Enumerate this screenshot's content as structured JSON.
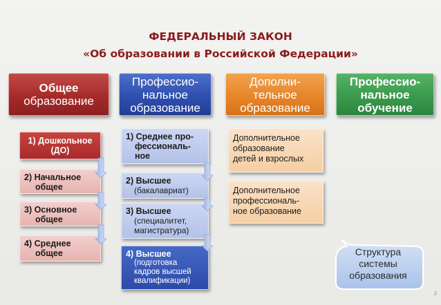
{
  "title": {
    "line1": "ФЕДЕРАЛЬНЫЙ ЗАКОН",
    "line2": "«Об образовании в Российской Федерации»"
  },
  "headers": [
    {
      "line1": "Общее",
      "line2": "образование"
    },
    {
      "line1": "Профессио-",
      "line2": "нальное",
      "line3": "образование"
    },
    {
      "line1": "Дополни-",
      "line2": "тельное",
      "line3": "образование"
    },
    {
      "line1": "Профессио-",
      "line2": "нальное",
      "line3": "обучение"
    }
  ],
  "general": [
    {
      "line1": "1) Дошкольное",
      "line2": "(ДО)"
    },
    {
      "line1": "2) Начальное",
      "line2": "общее"
    },
    {
      "line1": "3) Основное",
      "line2": "общее"
    },
    {
      "line1": "4) Среднее",
      "line2": "общее"
    }
  ],
  "professional": [
    {
      "line1": "1) Среднее про-",
      "line2": "фессиональ-",
      "line3": "ное"
    },
    {
      "title": "2) Высшее",
      "sub1": "(бакалавриат)"
    },
    {
      "title": "3) Высшее",
      "sub1": "(специалитет,",
      "sub2": "магистратура)"
    },
    {
      "title": "4) Высшее",
      "sub1": "(подготовка",
      "sub2": "кадров высшей",
      "sub3": "квалификации)"
    }
  ],
  "additional": [
    {
      "line1": "Дополнительное",
      "line2": "образование",
      "line3": "детей и взрослых"
    },
    {
      "line1": "Дополнительное",
      "line2": "профессиональ-",
      "line3": "ное образование"
    }
  ],
  "callout": {
    "line1": "Структура",
    "line2": "системы",
    "line3": "образования"
  },
  "page_number": "3",
  "colors": {
    "title": "#8b1c1c",
    "general": "#a52b2a",
    "professional": "#2f4fae",
    "additional": "#e6852a",
    "training": "#3a9a4c",
    "callout": "#8fb0e0"
  }
}
